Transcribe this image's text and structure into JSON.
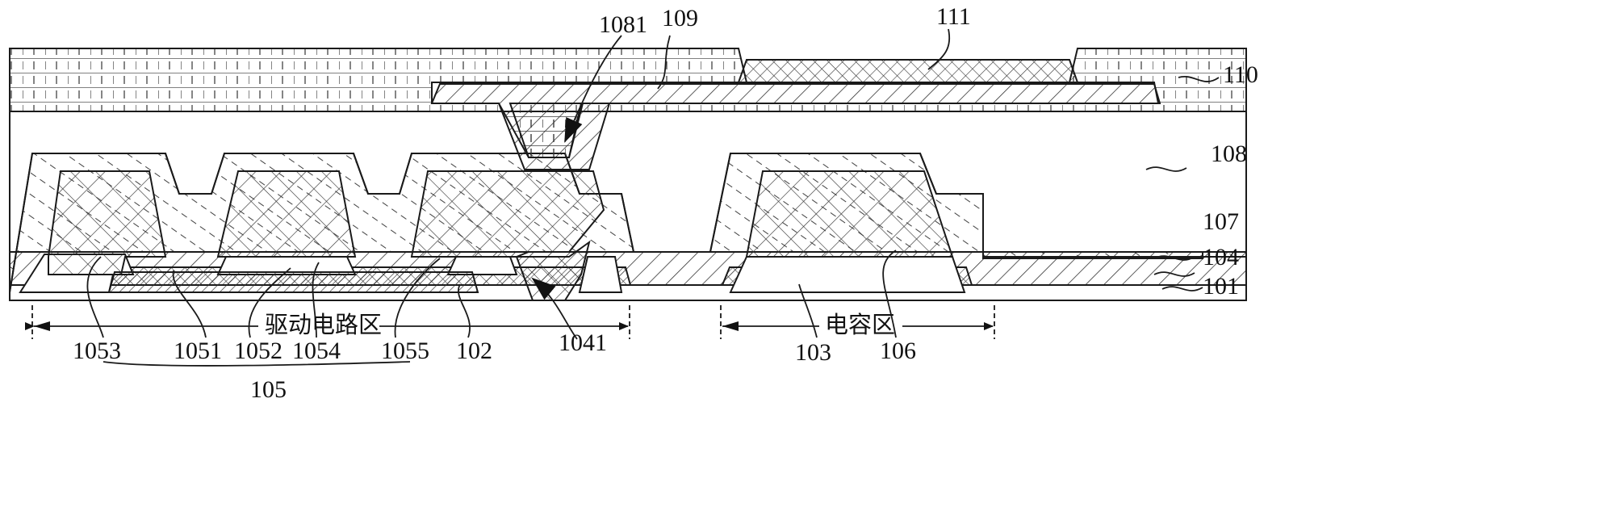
{
  "figure": {
    "colors": {
      "stroke": "#1a1a1a",
      "background": "#ffffff",
      "hatch": "#333333"
    },
    "regions": {
      "driving_circuit": "驱动电路区",
      "capacitor": "电容区"
    },
    "labels": {
      "l1081": "1081",
      "l109": "109",
      "l111": "111",
      "l110": "110",
      "l108": "108",
      "l107": "107",
      "l104": "104",
      "l101": "101",
      "l1053": "1053",
      "l1051": "1051",
      "l1052": "1052",
      "l1054": "1054",
      "l1055": "1055",
      "l102": "102",
      "l1041": "1041",
      "l103": "103",
      "l106": "106",
      "l105": "105"
    }
  }
}
